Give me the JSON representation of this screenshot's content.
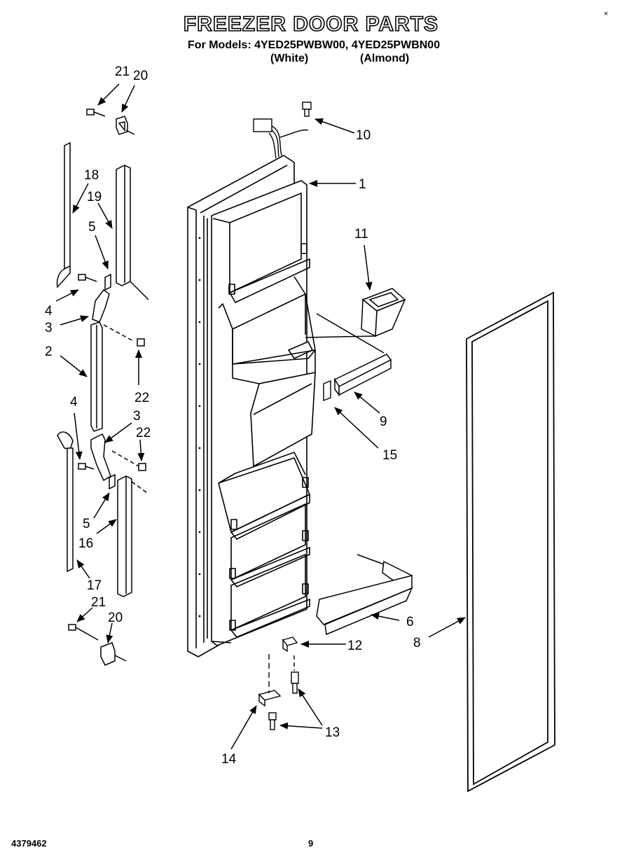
{
  "title": "FREEZER DOOR PARTS",
  "models": {
    "prefix": "For Models: 4YED25PWBW00, 4YED25PWBN00",
    "variant_white": "(White)",
    "variant_almond": "(Almond)"
  },
  "callouts": [
    {
      "id": "1",
      "label": "1"
    },
    {
      "id": "2",
      "label": "2"
    },
    {
      "id": "3a",
      "label": "3"
    },
    {
      "id": "3b",
      "label": "3"
    },
    {
      "id": "4a",
      "label": "4"
    },
    {
      "id": "4b",
      "label": "4"
    },
    {
      "id": "5a",
      "label": "5"
    },
    {
      "id": "5b",
      "label": "5"
    },
    {
      "id": "6",
      "label": "6"
    },
    {
      "id": "8",
      "label": "8"
    },
    {
      "id": "9",
      "label": "9"
    },
    {
      "id": "10",
      "label": "10"
    },
    {
      "id": "11",
      "label": "11"
    },
    {
      "id": "12",
      "label": "12"
    },
    {
      "id": "13",
      "label": "13"
    },
    {
      "id": "14",
      "label": "14"
    },
    {
      "id": "15",
      "label": "15"
    },
    {
      "id": "16",
      "label": "16"
    },
    {
      "id": "17",
      "label": "17"
    },
    {
      "id": "18",
      "label": "18"
    },
    {
      "id": "19",
      "label": "19"
    },
    {
      "id": "20a",
      "label": "20"
    },
    {
      "id": "20b",
      "label": "20"
    },
    {
      "id": "21a",
      "label": "21"
    },
    {
      "id": "21b",
      "label": "21"
    },
    {
      "id": "22a",
      "label": "22"
    },
    {
      "id": "22b",
      "label": "22"
    }
  ],
  "footer": {
    "doc_number": "4379462",
    "page_number": "9",
    "corner_mark": "×"
  }
}
